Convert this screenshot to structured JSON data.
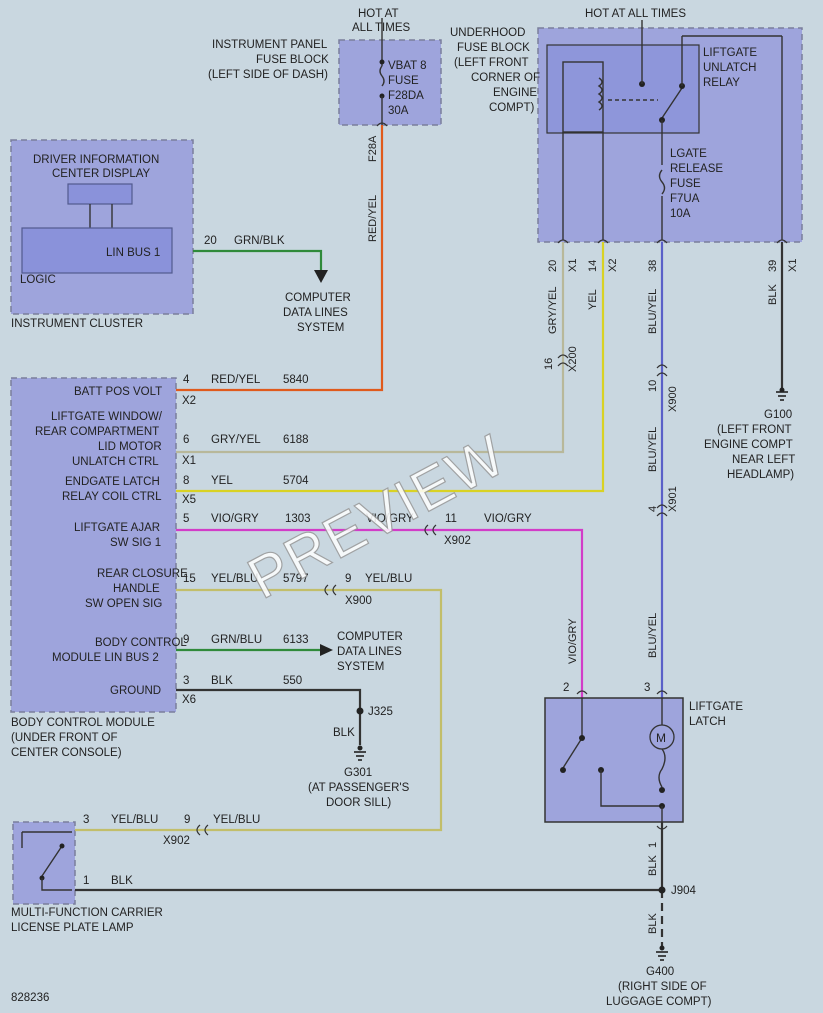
{
  "watermark": "PREVIEW",
  "diagram_id": "828236",
  "colors": {
    "background": "#c9d7e0",
    "module_fill": "#9ea4dc",
    "wire_red_yel": "#e05a1c",
    "wire_gry_yel": "#b8b89a",
    "wire_yel": "#d9d224",
    "wire_vio_gry": "#d23cc8",
    "wire_yel_blu": "#c2be6a",
    "wire_grn": "#2f8a3a",
    "wire_blk": "#333333",
    "wire_blu_yel": "#5a60c8"
  },
  "power": {
    "hot_at_all_times_1": "HOT AT",
    "hot_at_all_times_2": "ALL TIMES",
    "ip_fuse_block_1": "INSTRUMENT PANEL",
    "ip_fuse_block_2": "FUSE BLOCK",
    "ip_fuse_block_3": "(LEFT SIDE OF DASH)",
    "vbat_fuse_1": "VBAT 8",
    "vbat_fuse_2": "FUSE",
    "vbat_fuse_3": "F28DA",
    "vbat_fuse_4": "30A",
    "f28a": "F28A",
    "red_yel": "RED/YEL",
    "hot_top": "HOT AT ALL TIMES"
  },
  "underhood": {
    "line1": "UNDERHOOD",
    "line2": "FUSE BLOCK",
    "line3": "(LEFT FRONT",
    "line4": "CORNER OF",
    "line5": "ENGINE",
    "line6": "COMPT)",
    "relay_1": "LIFTGATE",
    "relay_2": "UNLATCH",
    "relay_3": "RELAY",
    "fuse_1": "LGATE",
    "fuse_2": "RELEASE",
    "fuse_3": "FUSE",
    "fuse_4": "F7UA",
    "fuse_5": "10A",
    "pin20": "20",
    "x1a": "X1",
    "pin14": "14",
    "x2": "X2",
    "pin38": "38",
    "pin39": "39",
    "x1b": "X1"
  },
  "cluster": {
    "dic_1": "DRIVER INFORMATION",
    "dic_2": "CENTER DISPLAY",
    "lin_bus": "LIN BUS 1",
    "logic": "LOGIC",
    "name": "INSTRUMENT CLUSTER",
    "pin": "20",
    "wire": "GRN/BLK",
    "cdl_1": "COMPUTER",
    "cdl_2": "DATA LINES",
    "cdl_3": "SYSTEM"
  },
  "vertical_labels": {
    "gry_yel": "GRY/YEL",
    "yel": "YEL",
    "blu_yel": "BLU/YEL",
    "blk": "BLK",
    "x200": "X200",
    "p16": "16",
    "x900": "X900",
    "p10": "10",
    "x901": "X901",
    "p4": "4",
    "vio_gry": "VIO/GRY",
    "blu_yel_2": "BLU/YEL",
    "blu_yel_3": "BLU/YEL",
    "blk_2": "BLK",
    "blk_3": "BLK",
    "p1": "1"
  },
  "bcm": {
    "rows": [
      {
        "l1": "BATT POS VOLT",
        "l2": "",
        "pin": "4",
        "wire": "RED/YEL",
        "circuit": "5840",
        "conn": "X2"
      },
      {
        "l1": "LIFTGATE WINDOW/",
        "l2": "REAR COMPARTMENT",
        "l3": "LID MOTOR",
        "l4": "UNLATCH CTRL",
        "pin": "6",
        "wire": "GRY/YEL",
        "circuit": "6188",
        "conn": "X1"
      },
      {
        "l1": "ENDGATE LATCH",
        "l2": "RELAY COIL CTRL",
        "pin": "8",
        "wire": "YEL",
        "circuit": "5704",
        "conn": "X5"
      },
      {
        "l1": "LIFTGATE AJAR",
        "l2": "SW SIG 1",
        "pin": "5",
        "wire": "VIO/GRY",
        "circuit": "1303",
        "conn": ""
      },
      {
        "l1": "REAR CLOSURE",
        "l2": "HANDLE",
        "l3": "SW OPEN SIG",
        "pin": "15",
        "wire": "YEL/BLU",
        "circuit": "5797",
        "conn": ""
      },
      {
        "l1": "BODY CONTROL",
        "l2": "MODULE LIN BUS 2",
        "pin": "9",
        "wire": "GRN/BLU",
        "circuit": "6133",
        "conn": ""
      },
      {
        "l1": "GROUND",
        "l2": "",
        "pin": "3",
        "wire": "BLK",
        "circuit": "550",
        "conn": "X6"
      }
    ],
    "name_1": "BODY CONTROL MODULE",
    "name_2": "(UNDER FRONT OF",
    "name_3": "CENTER CONSOLE)",
    "vio_gry_mid": "VIO/GRY",
    "pin11": "11",
    "vio_gry_right": "VIO/GRY",
    "x902": "X902",
    "pin9": "9",
    "yel_blu_mid": "YEL/BLU",
    "x900": "X900",
    "cdl_1": "COMPUTER",
    "cdl_2": "DATA LINES",
    "cdl_3": "SYSTEM",
    "j325": "J325",
    "blk": "BLK",
    "g301": "G301",
    "g301_1": "(AT PASSENGER'S",
    "g301_2": "DOOR SILL)"
  },
  "g100": {
    "name": "G100",
    "l1": "(LEFT FRONT",
    "l2": "ENGINE COMPT",
    "l3": "NEAR LEFT",
    "l4": "HEADLAMP)"
  },
  "latch": {
    "name_1": "LIFTGATE",
    "name_2": "LATCH",
    "pin2": "2",
    "pin3": "3"
  },
  "carrier": {
    "pin3": "3",
    "wire1": "YEL/BLU",
    "pin9": "9",
    "wire2": "YEL/BLU",
    "x902": "X902",
    "pin1": "1",
    "blk": "BLK",
    "j904": "J904",
    "name_1": "MULTI-FUNCTION CARRIER",
    "name_2": "LICENSE PLATE LAMP"
  },
  "g400": {
    "name": "G400",
    "l1": "(RIGHT SIDE OF",
    "l2": "LUGGAGE COMPT)"
  }
}
